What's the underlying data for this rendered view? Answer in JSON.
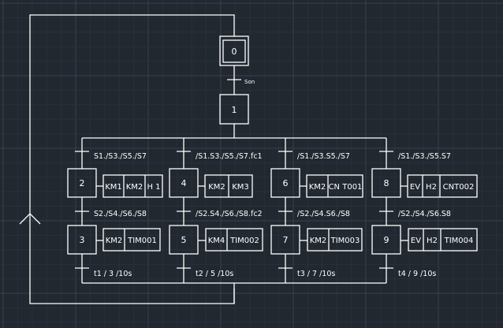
{
  "colors": {
    "background": "#212830",
    "grid_minor": "#2a303b",
    "grid_major": "#394050",
    "stroke": "#ffffff"
  },
  "initial_step": {
    "id": "0"
  },
  "start_transition": {
    "condition": "Son"
  },
  "step1": {
    "id": "1"
  },
  "branches": [
    {
      "entry_condition": "S1./S3./S5./S7",
      "step_a": {
        "id": "2",
        "actions": [
          "KM1",
          "KM2",
          "H 1"
        ]
      },
      "mid_condition": "S2./S4./S6./S8",
      "step_b": {
        "id": "3",
        "actions": [
          "KM2",
          "TIM001"
        ]
      },
      "exit_condition": "t1 / 3 /10s"
    },
    {
      "entry_condition": "/S1.S3./S5./S7.fc1",
      "step_a": {
        "id": "4",
        "actions": [
          "KM2",
          "KM3"
        ]
      },
      "mid_condition": "/S2.S4./S6./S8.fc2",
      "step_b": {
        "id": "5",
        "actions": [
          "KM4",
          "TIM002"
        ]
      },
      "exit_condition": "t2 / 5 /10s"
    },
    {
      "entry_condition": "/S1./S3.S5./S7",
      "step_a": {
        "id": "6",
        "actions": [
          "KM2",
          "CN T001"
        ]
      },
      "mid_condition": "/S2./S4.S6./S8",
      "step_b": {
        "id": "7",
        "actions": [
          "KM2",
          "TIM003"
        ]
      },
      "exit_condition": "t3 / 7 /10s"
    },
    {
      "entry_condition": "/S1./S3./S5.S7",
      "step_a": {
        "id": "8",
        "actions": [
          "EV",
          "H2",
          "CNT002"
        ]
      },
      "mid_condition": "/S2./S4./S6.S8",
      "step_b": {
        "id": "9",
        "actions": [
          "EV",
          "H2",
          "TIM004"
        ]
      },
      "exit_condition": "t4 / 9 /10s"
    }
  ]
}
